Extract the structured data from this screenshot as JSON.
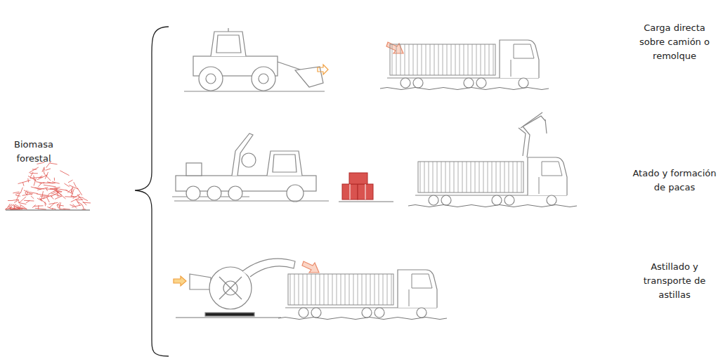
{
  "diagram": {
    "labels": [
      "Biomasa forestal",
      "Carga directa sobre camión o remolque",
      "Atado y formación de pacas",
      "Astillado y transporte de astillas"
    ]
  }
}
